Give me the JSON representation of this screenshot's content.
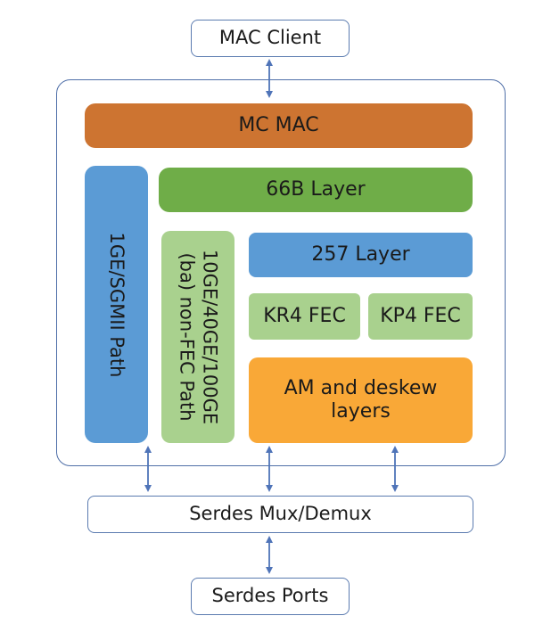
{
  "diagram": {
    "mac_client": "MAC Client",
    "mc_mac": "MC MAC",
    "layer_66b": "66B Layer",
    "layer_257": "257 Layer",
    "kr4_fec": "KR4 FEC",
    "kp4_fec": "KP4 FEC",
    "am_deskew": "AM and deskew layers",
    "sgmii_path": "1GE/SGMII Path",
    "nonfec_path": "10GE/40GE/100GE\n(ba) non-FEC Path",
    "serdes_mux": "Serdes Mux/Demux",
    "serdes_ports": "Serdes Ports"
  },
  "colors": {
    "mac": "#cd7431",
    "layer_66b": "#6fad48",
    "layer_257": "#5b9bd5",
    "fec": "#a9d18e",
    "am": "#f9a837",
    "arrow": "#4f74b8",
    "outline": "#5b7bb0"
  }
}
